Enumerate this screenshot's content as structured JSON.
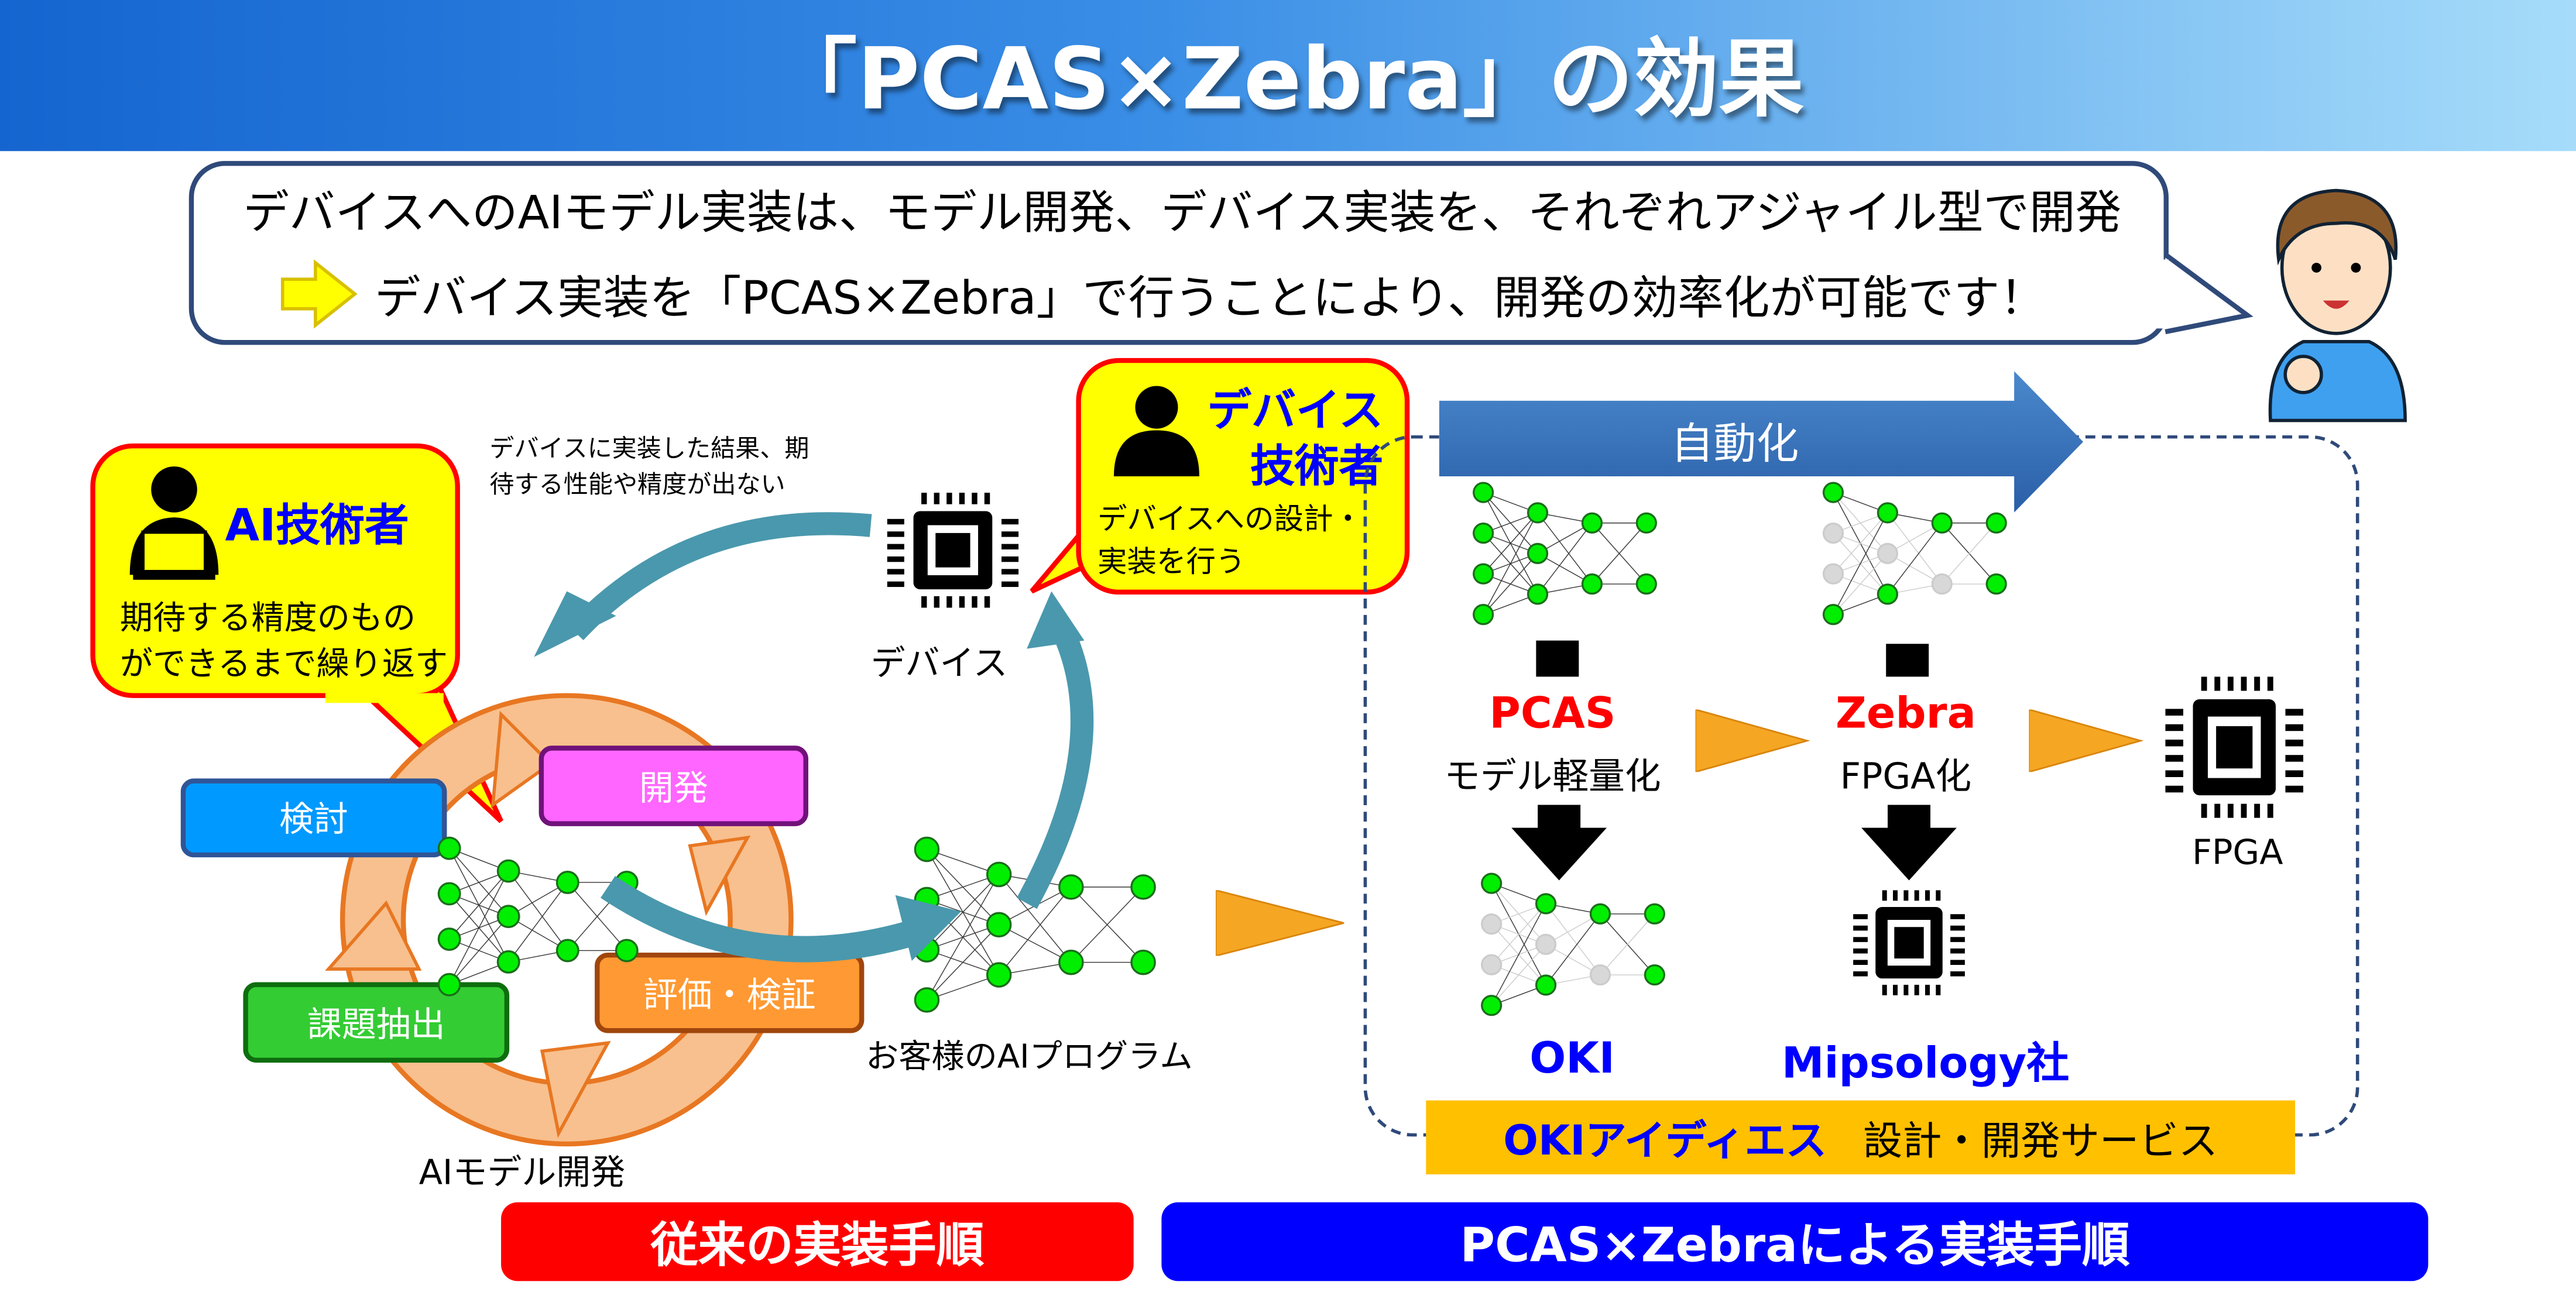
{
  "title": "「PCAS×Zebra」の効果",
  "message": {
    "line1": "デバイスへのAIモデル実装は、モデル開発、デバイス実装を、それぞれアジャイル型で開発",
    "line2": "デバイス実装を「PCAS×Zebra」で行うことにより、開発の効率化が可能です！"
  },
  "ai_engineer": {
    "title": "AI技術者",
    "text1": "期待する精度のもの",
    "text2": "ができるまで繰り返す"
  },
  "device_engineer": {
    "title1": "デバイス",
    "title2": "技術者",
    "text1": "デバイスへの設計・",
    "text2": "実装を行う"
  },
  "feedback_caption": {
    "line1": "デバイスに実装した結果、期",
    "line2": "待する性能や精度が出ない"
  },
  "device_label": "デバイス",
  "cycle": {
    "steps": [
      "検討",
      "開発",
      "評価・検証",
      "課題抽出"
    ],
    "label": "AIモデル開発"
  },
  "customer_program": "お客様のAIプログラム",
  "automation": "自動化",
  "pcas": {
    "name": "PCAS",
    "desc": "モデル軽量化",
    "vendor": "OKI"
  },
  "zebra": {
    "name": "Zebra",
    "desc": "FPGA化",
    "vendor": "Mipsology社"
  },
  "fpga_label": "FPGA",
  "service": {
    "company": "OKIアイディエス",
    "desc": "設計・開発サービス"
  },
  "bottom": {
    "conventional": "従来の実装手順",
    "new": "PCAS×Zebraによる実装手順"
  },
  "colors": {
    "red": "#ff0000",
    "blue": "#0000ff",
    "yellow": "#ffff00",
    "gold": "#ffc000",
    "node": "#00ee00",
    "arrow": "#4a98ad"
  }
}
